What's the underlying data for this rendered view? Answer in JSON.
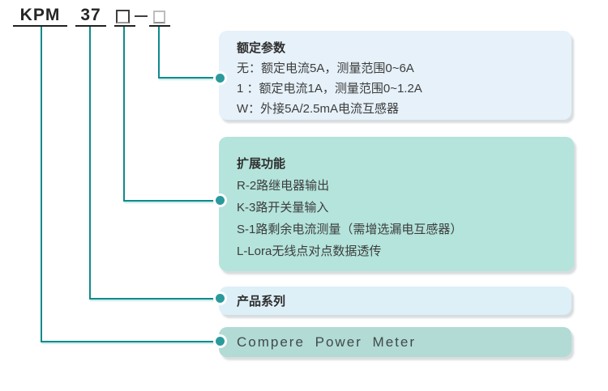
{
  "model_code": {
    "prefix": "KPM",
    "series_number": "37",
    "separator": "—",
    "placeholders": [
      {
        "name": "extension-placeholder",
        "style": "dark-outline-square"
      },
      {
        "name": "rating-placeholder",
        "style": "light-outline-square"
      }
    ]
  },
  "callouts": {
    "rating": {
      "title": "额定参数",
      "lines": [
        "无：额定电流5A，测量范围0~6A",
        "1 ：额定电流1A，测量范围0~1.2A",
        "W：外接5A/2.5mA电流互感器"
      ]
    },
    "extension": {
      "title": "扩展功能",
      "lines": [
        "R-2路继电器输出",
        "K-3路开关量输入",
        "S-1路剩余电流测量（需增选漏电互感器）",
        "L-Lora无线点对点数据透传"
      ]
    },
    "series": {
      "title": "产品系列"
    },
    "brand": {
      "text": "Compere Power Meter"
    }
  },
  "colors": {
    "connector_line": "#0e8b8d",
    "connector_dot": "#2b9a9c",
    "box_rating_bg": "#e6f1f9",
    "box_extension_bg": "#b4e4dc",
    "box_series_bg": "#ddeff7",
    "box_brand_bg": "#b2dbd6",
    "underline": "#222222",
    "header_text": "#262626"
  }
}
